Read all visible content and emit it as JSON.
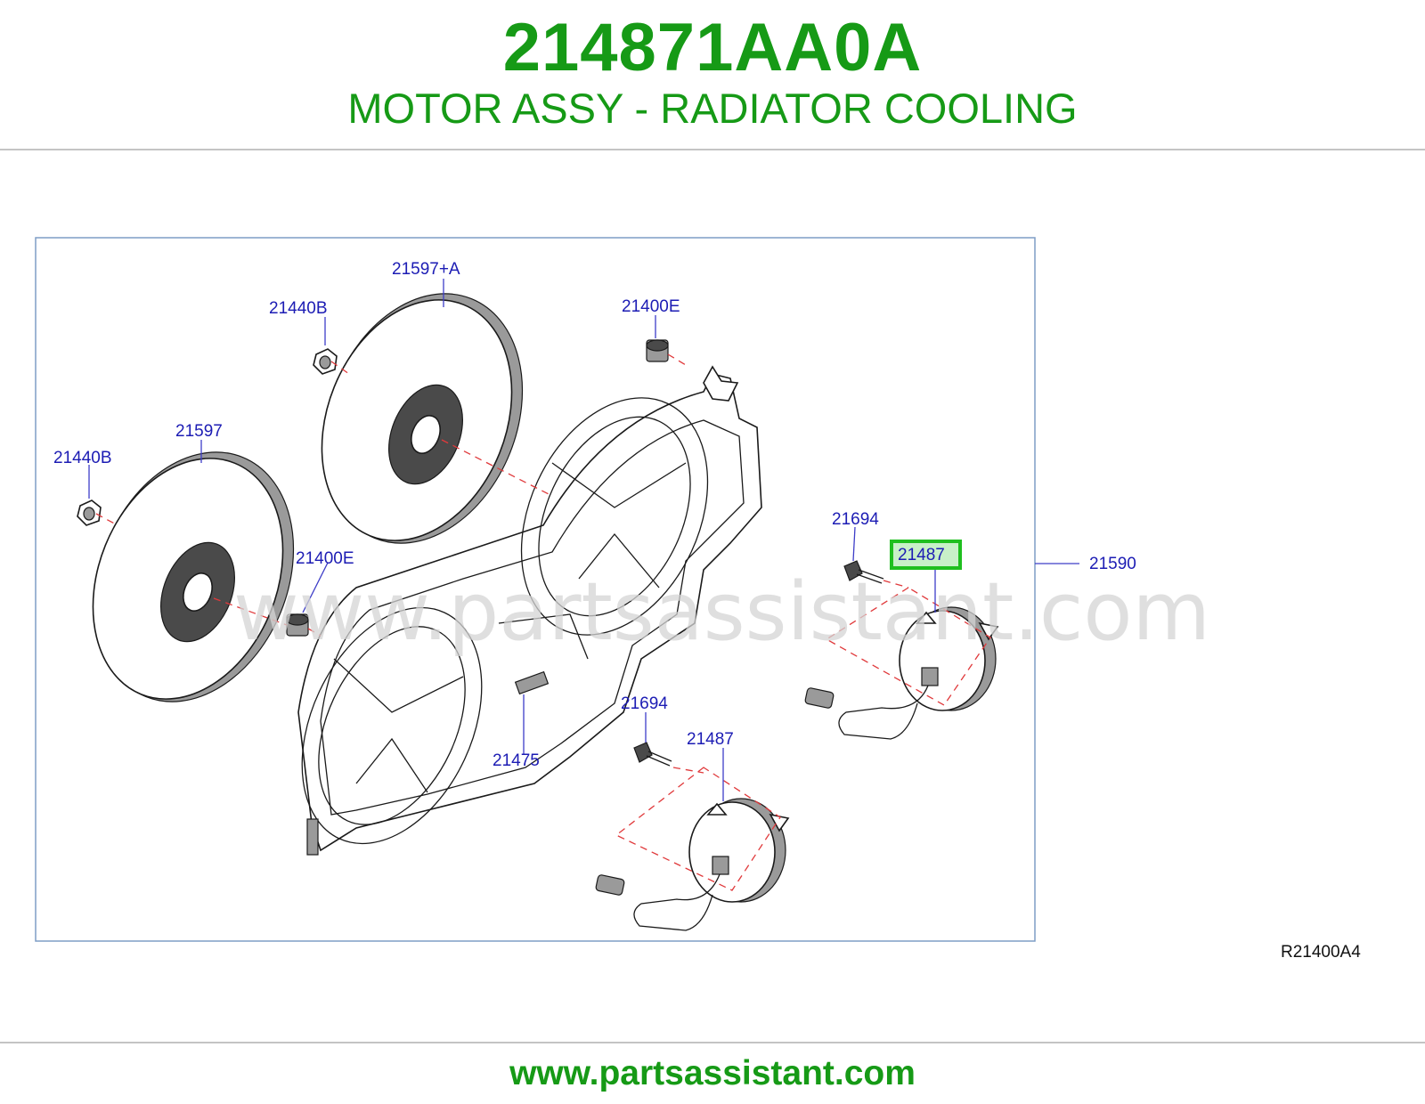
{
  "header": {
    "part_number": "214871AA0A",
    "part_name": "MOTOR ASSY - RADIATOR COOLING"
  },
  "diagram": {
    "callouts": {
      "fan_upper": "21597+A",
      "nut_upper": "21440B",
      "spacer_upper": "21400E",
      "fan_lower": "21597",
      "nut_lower": "21440B",
      "spacer_lower": "21400E",
      "bolt_right": "21694",
      "motor_right": "21487",
      "shroud_assy": "21590",
      "connector": "21475",
      "bolt_lower": "21694",
      "motor_lower": "21487"
    },
    "highlighted_callout": "motor_right",
    "highlight_color": "#1fbf1f",
    "watermark": "www.partsassistant.com",
    "reference_code": "R21400A4"
  },
  "footer": {
    "url": "www.partsassistant.com"
  },
  "colors": {
    "brand_green": "#169a16",
    "callout_blue": "#1c1cb4",
    "guide_red": "#e0393b",
    "frame_blue": "#7f9dc6"
  }
}
